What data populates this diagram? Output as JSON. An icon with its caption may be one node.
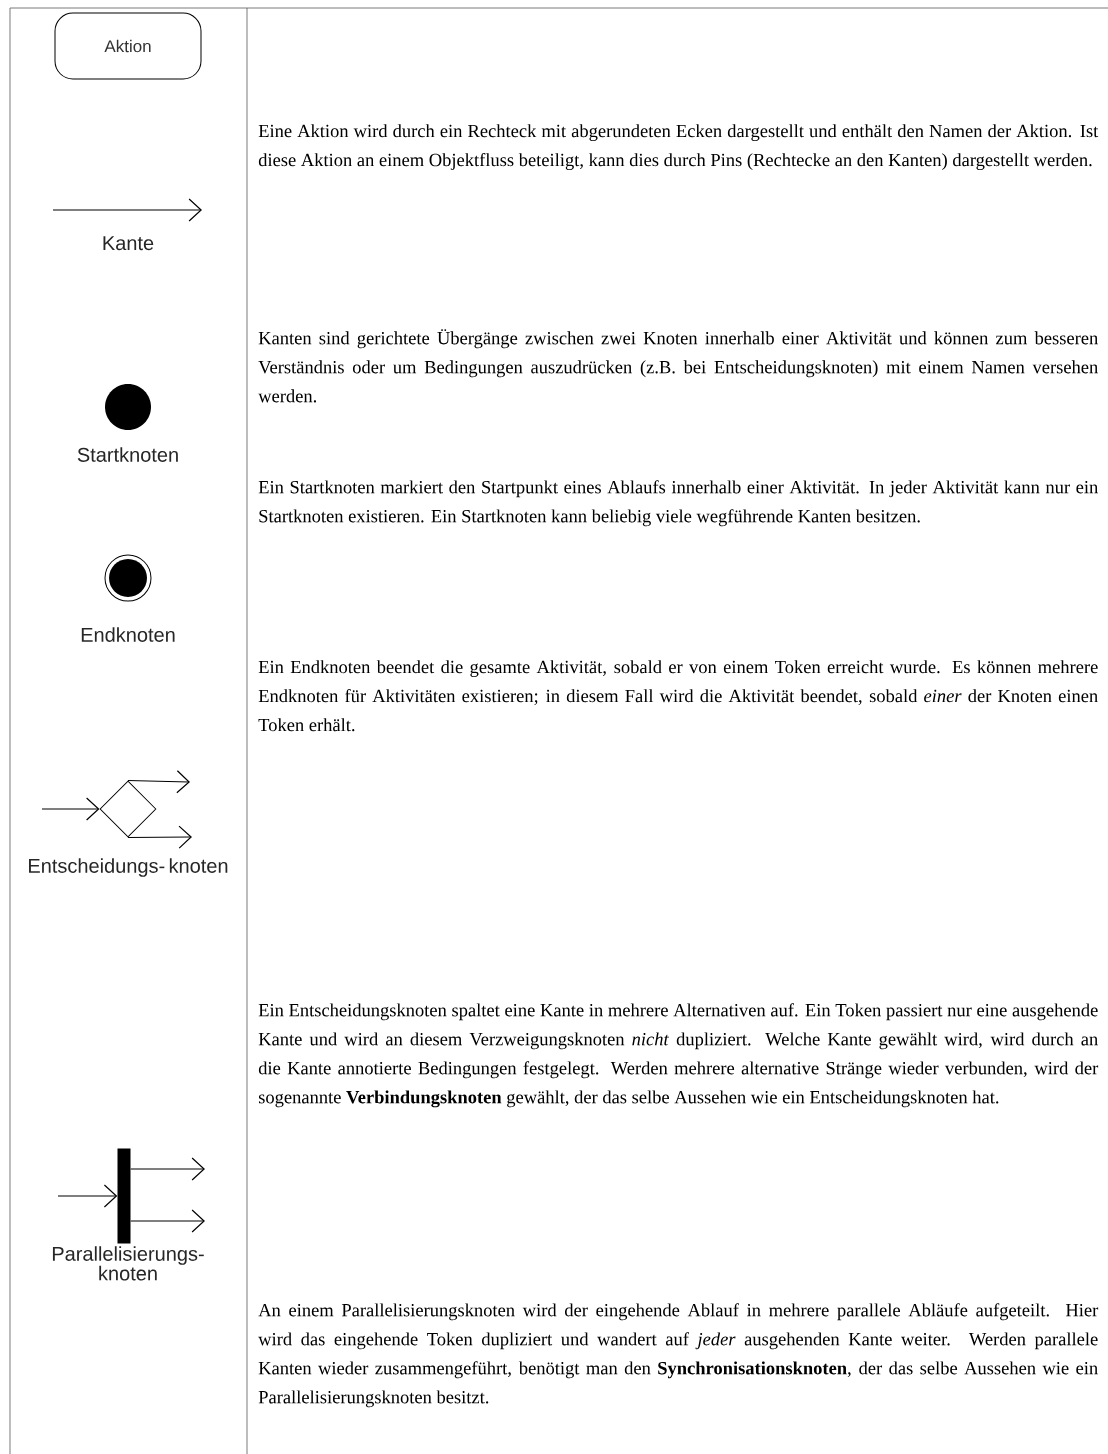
{
  "diagram": {
    "nodes": [
      {
        "text": [
          "Aktion"
        ]
      },
      {
        "text": [],
        "shape": "circle",
        "beside": [
          "Startknoten"
        ]
      },
      {
        "text": [],
        "shape": "circle",
        "beside": [
          "Endknoten"
        ]
      },
      {
        "text": [],
        "shape": "diamond",
        "beside": [
          "Entscheidungs- knoten"
        ]
      },
      {
        "text": [],
        "shape": "bar",
        "beside": [
          "Parallelisierungs- knoten"
        ]
      }
    ],
    "edges": [
      {
        "from": null,
        "to": 3,
        "arrow": "to"
      },
      {
        "from": 3,
        "to": null,
        "arrow": "to"
      },
      {
        "from": 3,
        "to": null,
        "arrow": "to"
      },
      {
        "from": null,
        "to": 4,
        "arrow": "to"
      },
      {
        "from": 4,
        "to": null,
        "arrow": "to"
      },
      {
        "from": 4,
        "to": null,
        "arrow": "to"
      }
    ],
    "labels": [
      "Eine Aktion wird durch ein Rechteck mit abgerundeten Ecken dargestellt und enthält den Namen der Aktion. Ist diese Aktion an einem Objektfluss beteiligt, kann dies durch Pins (Rechtecke an den Kanten) dargestellt werden.",
      "Kante",
      "Kanten sind gerichtete Übergänge zwischen zwei Knoten innerhalb einer Aktivität und können zum besseren Verständnis oder um Bedingungen auszudrücken (z.B. bei Entscheidungsknoten) mit einem Namen versehen werden.",
      "Ein Startknoten markiert den Startpunkt eines Ablaufs innerhalb einer Aktivität. In jeder Aktivität kann nur ein Startknoten existieren. Ein Startknoten kann beliebig viele wegführende Kanten besitzen.",
      "Ein Endknoten beendet die gesamte Aktivität, sobald er von einem Token erreicht wurde. Es können mehrere Endknoten für Aktivitäten existieren; in diesem Fall wird die Aktivität beendet, sobald *einer* der Knoten einen Token erhält.",
      "Ein Entscheidungsknoten spaltet eine Kante in mehrere Alternativen auf. Ein Token passiert nur eine ausgehende Kante und wird an diesem Verzweigungsknoten *nicht* dupliziert. Welche Kante gewählt wird, wird durch an die Kante annotierte Bedingungen festgelegt. Werden mehrere alternative Stränge wieder verbunden, wird der sogenannte **Verbindungsknoten** gewählt, der das selbe Aussehen wie ein Entscheidungsknoten hat.",
      "An einem Parallelisierungsknoten wird der eingehende Ablauf in mehrere parallele Abläufe aufgeteilt. Hier wird das eingehende Token dupliziert und wandert auf *jeder* ausgehenden Kante weiter. Werden parallele Kanten wieder zusammengeführt, benötigt man den **Synchronisationsknoten**, der das selbe Aussehen wie ein Parallelisierungsknoten besitzt."
    ]
  }
}
